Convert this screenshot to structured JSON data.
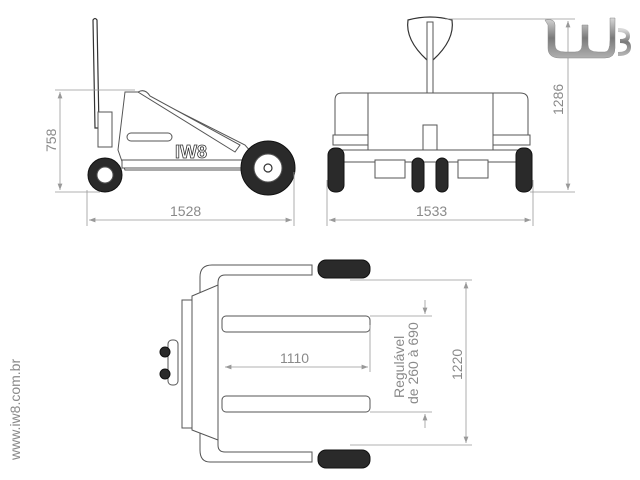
{
  "side_view": {
    "height_label": "758",
    "length_label": "1528",
    "brand_text": "IW8"
  },
  "front_view": {
    "width_label": "1533",
    "height_label": "1286"
  },
  "top_view": {
    "fork_length_label": "1110",
    "adjustable_line1": "Regulável",
    "adjustable_line2": "de 260 à 690",
    "width_label": "1220"
  },
  "website": "www.iw8.com.br",
  "logo": {
    "text": "iw8"
  }
}
